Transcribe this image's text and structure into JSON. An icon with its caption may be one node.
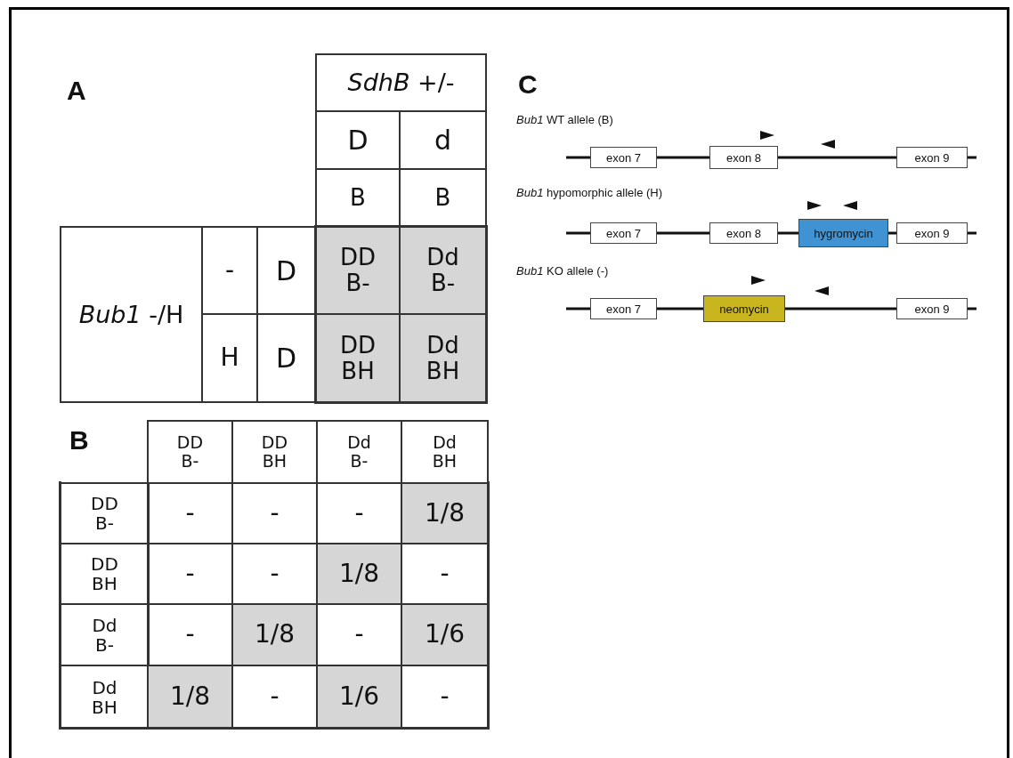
{
  "diagram": {
    "nodes": [
      {
        "text": [
          "exon 7"
        ]
      },
      {
        "text": [
          "exon 8"
        ]
      },
      {
        "text": [
          "exon 9"
        ]
      },
      {
        "text": [
          "exon 7"
        ]
      },
      {
        "text": [
          "exon 8"
        ]
      },
      {
        "text": [
          "hygromycin"
        ]
      },
      {
        "text": [
          "exon 9"
        ]
      },
      {
        "text": [
          "exon 7"
        ]
      },
      {
        "text": [
          "neomycin"
        ]
      },
      {
        "text": [
          "exon 9"
        ]
      }
    ],
    "edges": [
      {
        "from": null,
        "to": 0,
        "arrow": "none"
      },
      {
        "from": 0,
        "to": 1,
        "arrow": "none"
      },
      {
        "from": 1,
        "to": 2,
        "arrow": "none"
      },
      {
        "from": 2,
        "to": null,
        "arrow": "none"
      },
      {
        "from": null,
        "to": 3,
        "arrow": "none"
      },
      {
        "from": 3,
        "to": 4,
        "arrow": "none"
      },
      {
        "from": 4,
        "to": 5,
        "arrow": "none"
      },
      {
        "from": 5,
        "to": 6,
        "arrow": "none"
      },
      {
        "from": 6,
        "to": null,
        "arrow": "none"
      },
      {
        "from": null,
        "to": 7,
        "arrow": "none"
      },
      {
        "from": 7,
        "to": 8,
        "arrow": "none"
      },
      {
        "from": 8,
        "to": 9,
        "arrow": "none"
      },
      {
        "from": 9,
        "to": null,
        "arrow": "none"
      }
    ],
    "labels": [
      "A",
      "*SdhB* +/-",
      "D",
      "d",
      "B",
      "B",
      "*Bub1* -/H",
      "-",
      "D",
      "DD B-",
      "Dd B-",
      "H",
      "D",
      "DD BH",
      "Dd BH",
      "B",
      "DD B-",
      "DD BH",
      "Dd B-",
      "Dd BH",
      "DD B-",
      "-",
      "-",
      "-",
      "1/8",
      "DD BH",
      "-",
      "-",
      "1/8",
      "-",
      "Dd B-",
      "-",
      "1/8",
      "-",
      "1/6",
      "Dd BH",
      "1/8",
      "-",
      "1/6",
      "-",
      "C",
      "*Bub1* WT allele (B)",
      "*Bub1* hypomorphic allele (H)",
      "*Bub1* KO allele (-)"
    ]
  }
}
